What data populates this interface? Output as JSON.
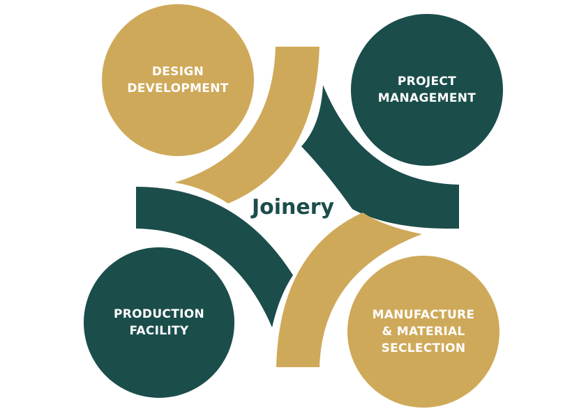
{
  "colors": {
    "gold": "#cfa95a",
    "green": "#1b4d4b",
    "white": "#ffffff"
  },
  "center": {
    "title": "Joinery"
  },
  "nodes": [
    {
      "label": "DESIGN\nDEVELOPMENT",
      "color": "gold"
    },
    {
      "label": "PROJECT\nMANAGEMENT",
      "color": "green"
    },
    {
      "label": "PRODUCTION\nFACILITY",
      "color": "green"
    },
    {
      "label": "MANUFACTURE\n& MATERIAL\nSECLECTION",
      "color": "gold"
    }
  ]
}
